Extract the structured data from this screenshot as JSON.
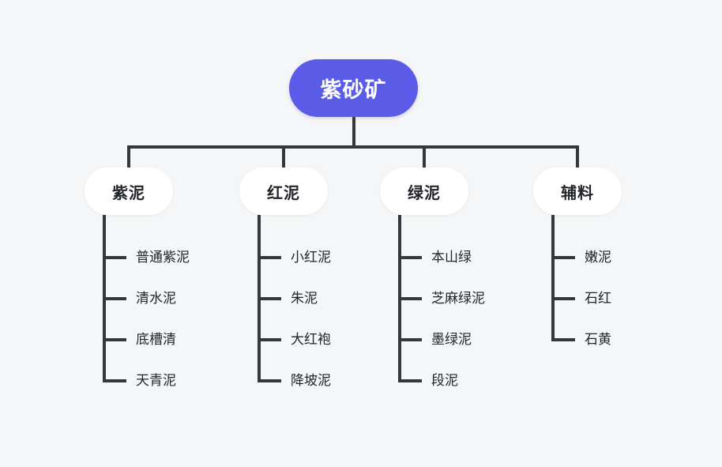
{
  "diagram": {
    "type": "mindmap-org-chart",
    "root": {
      "label": "紫砂矿"
    },
    "branches": [
      {
        "label": "紫泥",
        "children": [
          "普通紫泥",
          "清水泥",
          "底槽清",
          "天青泥"
        ]
      },
      {
        "label": "红泥",
        "children": [
          "小红泥",
          "朱泥",
          "大红袍",
          "降坡泥"
        ]
      },
      {
        "label": "绿泥",
        "children": [
          "本山绿",
          "芝麻绿泥",
          "墨绿泥",
          "段泥"
        ]
      },
      {
        "label": "辅料",
        "children": [
          "嫩泥",
          "石红",
          "石黄"
        ]
      }
    ],
    "colors": {
      "background": "#f5f6f7",
      "root_fill": "#5a5ce8",
      "root_text": "#ffffff",
      "branch_fill": "#ffffff",
      "text": "#22252a",
      "connector": "#35373b"
    }
  }
}
